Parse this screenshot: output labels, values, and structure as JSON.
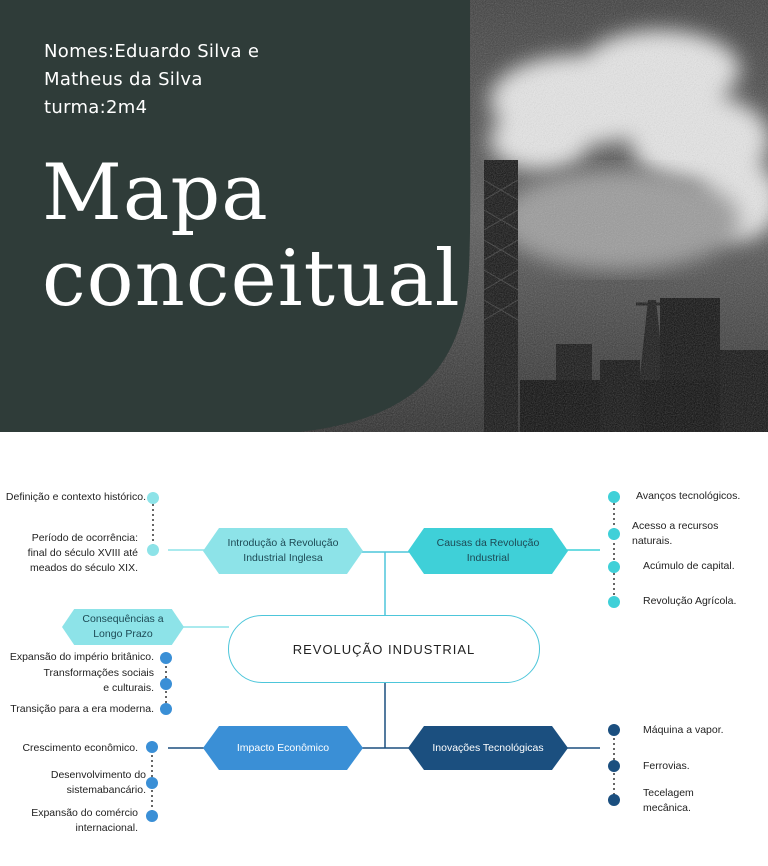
{
  "cover": {
    "names_line1": "Nomes:Eduardo Silva e",
    "names_line2": "Matheus da Silva",
    "class_line": "turma:2m4",
    "title_line1": "Mapa",
    "title_line2": "conceitual"
  },
  "concept_map": {
    "center": "REVOLUÇÃO INDUSTRIAL",
    "intro": {
      "title_line1": "Introdução à Revolução",
      "title_line2": "Industrial Inglesa",
      "items": [
        {
          "lines": [
            "Definição e contexto histórico."
          ]
        },
        {
          "lines": [
            "Período de ocorrência:",
            "final do século XVIII até",
            "meados do século XIX."
          ]
        }
      ]
    },
    "causes": {
      "title_line1": "Causas da Revolução",
      "title_line2": "Industrial",
      "items": [
        {
          "lines": [
            "Avanços tecnológicos."
          ]
        },
        {
          "lines": [
            "Acesso a recursos",
            "naturais."
          ]
        },
        {
          "lines": [
            "Acúmulo de capital."
          ]
        },
        {
          "lines": [
            "Revolução Agrícola."
          ]
        }
      ]
    },
    "consequences": {
      "title_line1": "Consequências a",
      "title_line2": "Longo Prazo",
      "items": [
        {
          "lines": [
            "Expansão do império britânico."
          ]
        },
        {
          "lines": [
            "Transformações sociais",
            "e culturais."
          ]
        },
        {
          "lines": [
            "Transição para a era moderna."
          ]
        }
      ]
    },
    "impact": {
      "title": "Impacto Econômico",
      "items": [
        {
          "lines": [
            "Crescimento econômico."
          ]
        },
        {
          "lines": [
            "Desenvolvimento do",
            "sistemabancário."
          ]
        },
        {
          "lines": [
            "Expansão do comércio",
            "internacional."
          ]
        }
      ]
    },
    "innovations": {
      "title": "Inovações Tecnológicas",
      "items": [
        {
          "lines": [
            "Máquina a vapor."
          ]
        },
        {
          "lines": [
            "Ferrovias."
          ]
        },
        {
          "lines": [
            "Tecelagem",
            "mecânica."
          ]
        }
      ]
    }
  },
  "colors": {
    "cover_bg": "#2f3c39",
    "light_teal": "#8de3e8",
    "teal": "#3fd0d8",
    "blue": "#3a8fd6",
    "navy": "#1b4f7f",
    "center_border": "#4dc6da"
  }
}
